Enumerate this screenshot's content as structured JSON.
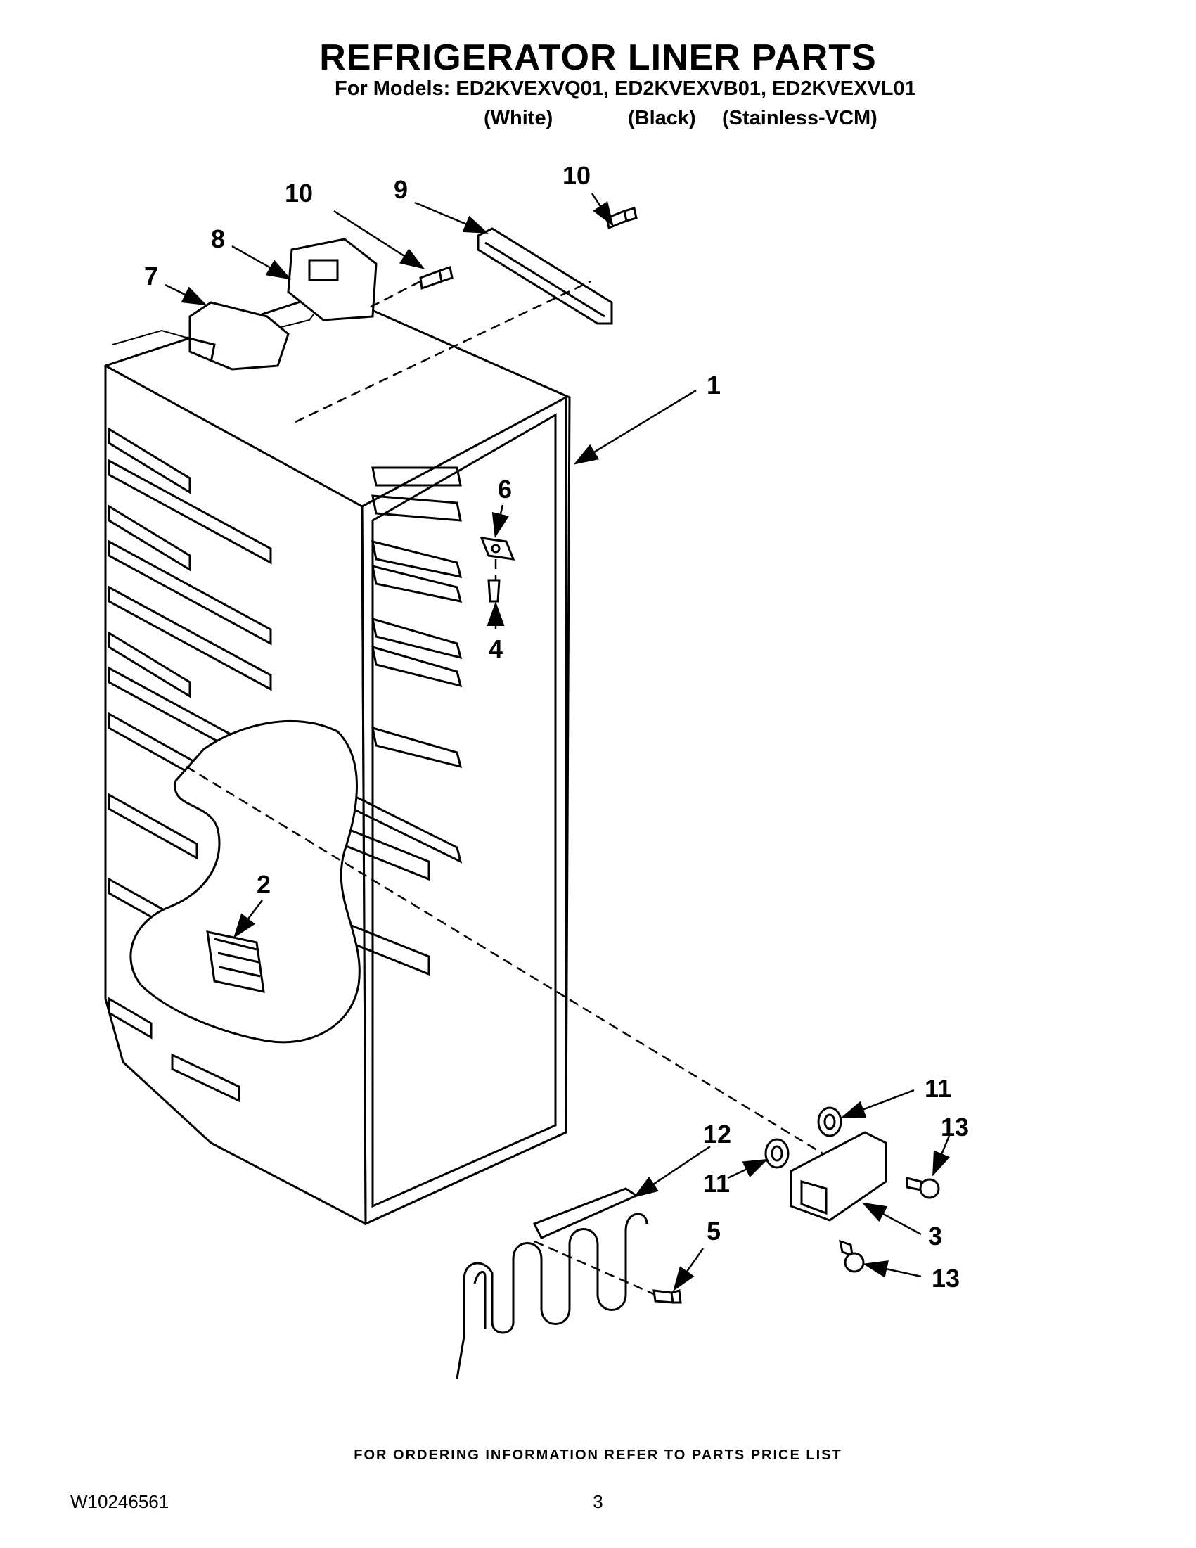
{
  "header": {
    "title": "REFRIGERATOR LINER PARTS",
    "models_line": "For Models: ED2KVEXVQ01, ED2KVEXVB01, ED2KVEXVL01",
    "variants": [
      "(White)",
      "(Black)",
      "(Stainless-VCM)"
    ]
  },
  "callouts": [
    "10",
    "9",
    "10",
    "8",
    "7",
    "1",
    "6",
    "4",
    "2",
    "11",
    "13",
    "12",
    "11",
    "5",
    "3",
    "13"
  ],
  "footer": {
    "ordering_note": "FOR ORDERING INFORMATION REFER TO PARTS PRICE LIST",
    "doc_number": "W10246561",
    "page_number": "3"
  }
}
